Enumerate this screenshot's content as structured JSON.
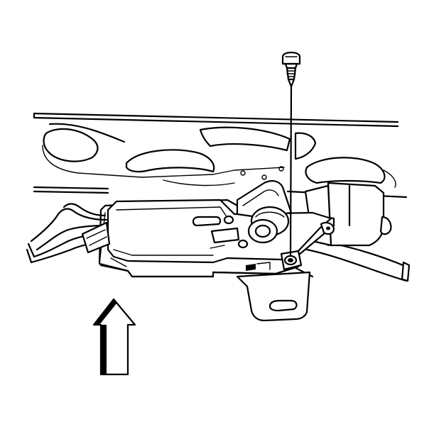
{
  "figure": {
    "background_color": "#ffffff",
    "line_color": "#000000",
    "parts": [
      "mounting-screw",
      "support-panel",
      "actuator-module",
      "wiring-harness",
      "mounting-bracket",
      "control-cable"
    ],
    "indicator": {
      "icon": "arrow-up-icon",
      "direction": "up"
    }
  }
}
